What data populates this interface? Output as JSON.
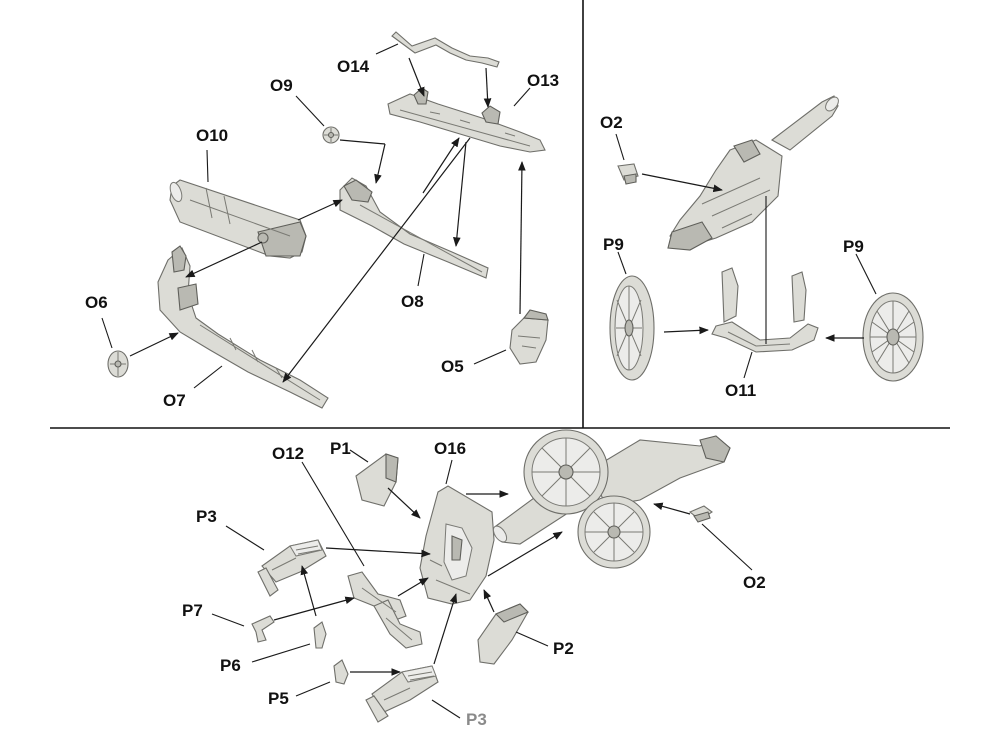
{
  "labels": {
    "O14": "O14",
    "O13": "O13",
    "O9": "O9",
    "O10": "O10",
    "O8": "O8",
    "O6": "O6",
    "O7": "O7",
    "O5": "O5",
    "O2_top": "O2",
    "P9_left": "P9",
    "P9_right": "P9",
    "O11": "O11",
    "O12": "O12",
    "P1": "P1",
    "O16": "O16",
    "P3_top": "P3",
    "P7": "P7",
    "P6": "P6",
    "P5": "P5",
    "P2": "P2",
    "O2_bottom": "O2",
    "P3_bottom": "P3"
  },
  "colors": {
    "part_fill": "#dcdcd6",
    "part_outline": "#6f6f6a",
    "arrow": "#1a1a1a",
    "label": "#111111",
    "faded_label": "#8a8a8a"
  }
}
